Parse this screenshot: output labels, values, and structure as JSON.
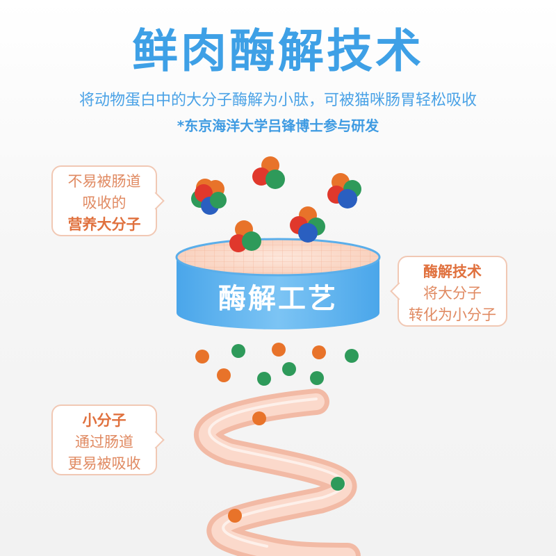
{
  "header": {
    "title": "鲜肉酶解技术",
    "subtitle": "将动物蛋白中的大分子酶解为小肽，可被猫咪肠胃轻松吸收",
    "note": "*东京海洋大学吕锋博士参与研发"
  },
  "bubbles": {
    "top_left": {
      "line1": "不易被肠道",
      "line2": "吸收的",
      "line3_bold": "营养大分子"
    },
    "right": {
      "line1_bold": "酶解技术",
      "line2": "将大分子",
      "line3": "转化为小分子"
    },
    "bottom_left": {
      "line1_bold": "小分子",
      "line2": "通过肠道",
      "line3": "更易被吸收"
    }
  },
  "drum": {
    "label": "酶解工艺"
  },
  "colors": {
    "title_blue": "#3ea0e6",
    "drum_blue": "#62b4ee",
    "accent_orange": "#e0713e",
    "molecule_red": "#e0382c",
    "molecule_green": "#2e9a5a",
    "molecule_blue": "#2a5fc0",
    "molecule_orange": "#e8732a",
    "intestine_pink": "#f6c4b0"
  }
}
